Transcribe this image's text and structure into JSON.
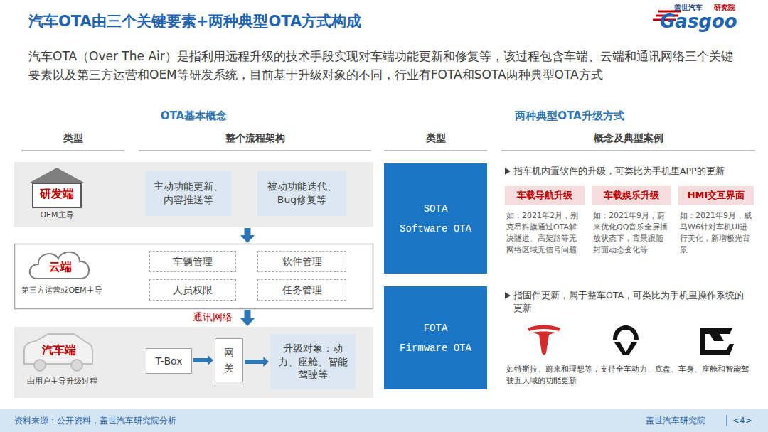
{
  "diagram": {
    "title": "汽车OTA由三个关键要素+两种典型OTA方式构成",
    "nodes": [
      {
        "text": [
          "研发端",
          "OEM主导"
        ]
      },
      {
        "text": [
          "主动功能更新、内容推送等"
        ],
        "in": 0
      },
      {
        "text": [
          "被动功能迭代、Bug修复等"
        ],
        "in": 0
      },
      {
        "text": [
          "云端",
          "第三方运营或OEM主导"
        ]
      },
      {
        "text": [
          "车辆管理"
        ],
        "in": 3
      },
      {
        "text": [
          "软件管理"
        ],
        "in": 3
      },
      {
        "text": [
          "人员权限"
        ],
        "in": 3
      },
      {
        "text": [
          "任务管理"
        ],
        "in": 3
      },
      {
        "text": [
          "汽车端",
          "由用户主导升级过程"
        ]
      },
      {
        "text": [
          "T-Box"
        ],
        "in": 8
      },
      {
        "text": [
          "网关"
        ],
        "in": 8
      },
      {
        "text": [
          "升级对象：动力、座舱、智能驾驶等"
        ],
        "in": 8
      },
      {
        "text": [
          "SOTA Software OTA"
        ]
      },
      {
        "text": [
          "车载导航升级"
        ]
      },
      {
        "text": [
          "车载娱乐升级"
        ]
      },
      {
        "text": [
          "HMI交互界面"
        ]
      },
      {
        "text": [
          "FOTA Firmware OTA"
        ]
      }
    ],
    "edges": [
      {
        "from": 0,
        "to": 3,
        "arrow": "to"
      },
      {
        "from": 3,
        "to": 8,
        "label": "通讯网络",
        "arrow": "to"
      },
      {
        "from": 9,
        "to": 10,
        "arrow": "to"
      },
      {
        "from": 10,
        "to": 11,
        "arrow": "to"
      }
    ],
    "labels": [
      "盖世汽车",
      "研究院",
      "Gasgoo",
      "汽车OTA（Over The Air）是指利用远程升级的技术手段实现对车端功能更新和修复等，该过程包含车端、云端和通讯网络三个关键要素以及第三方运营和OEM等研发系统，目前基于升级对象的不同，行业有FOTA和SOTA两种典型OTA方式",
      "OTA基本概念",
      "两种典型OTA升级方式",
      "类型",
      "整个流程架构",
      "类型",
      "概念及典型案例",
      "指车机内置软件的升级，可类比为手机里APP的更新",
      "如：2021年2月，别克昂科旗通过OTA解决隧道、高架路等无网络区域无信号问题",
      "如：2021年9月，蔚来优化QQ音乐全屏播放状态下，背景跟随封面动态变化等",
      "如：2021年9月，威马W6针对车机UI进行美化，新增极光背景",
      "指固件更新，属于整车OTA，可类比为手机里操作系统的更新",
      "如特斯拉、蔚来和理想等，支持全车动力、底盘、车身、座舱和智能驾驶五大域的功能更新",
      "资料来源：公开资料，盖世汽车研究院分析",
      "盖世汽车研究院",
      "<4>"
    ]
  }
}
